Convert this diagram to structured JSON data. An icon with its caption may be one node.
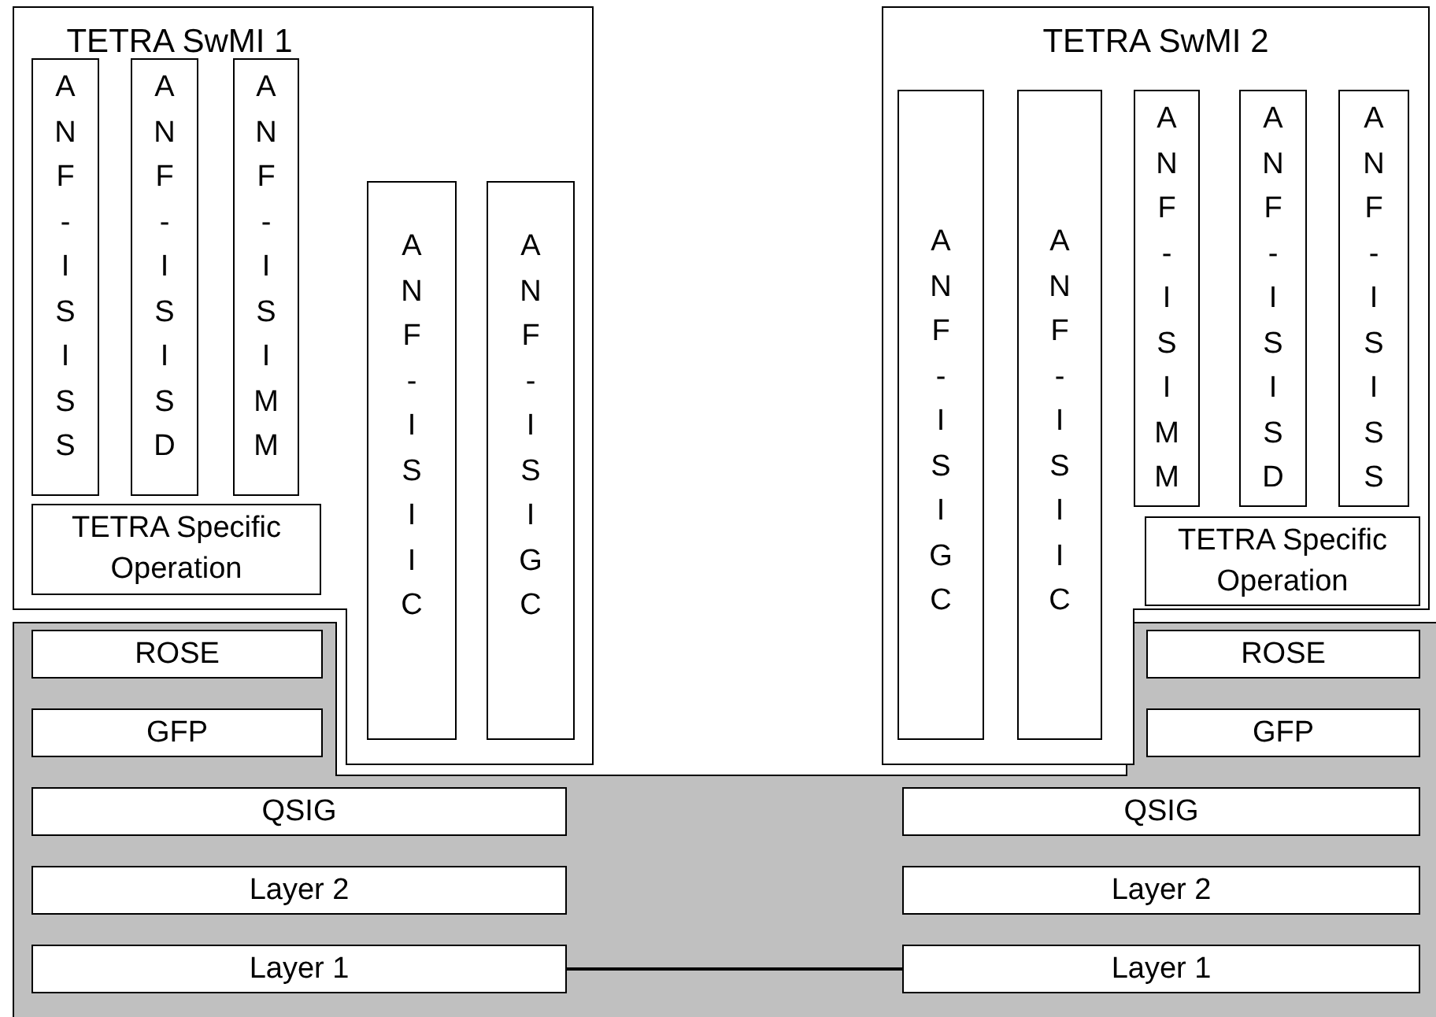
{
  "diagram": {
    "nodes": [
      {
        "text": [
          "TETRA SwMI 1"
        ]
      },
      {
        "text": [
          "ANF-ISISS"
        ],
        "in": 0
      },
      {
        "text": [
          "ANF-ISISD"
        ],
        "in": 0
      },
      {
        "text": [
          "ANF-ISIMM"
        ],
        "in": 0
      },
      {
        "text": [
          "TETRA Specific Operation"
        ],
        "in": 0
      },
      {
        "text": [
          "ANF-ISIIC"
        ],
        "in": 0
      },
      {
        "text": [
          "ANF-ISIGC"
        ],
        "in": 0
      },
      {
        "text": [
          "TETRA SwMI 2"
        ]
      },
      {
        "text": [
          "ANF-ISIGC"
        ],
        "in": 7
      },
      {
        "text": [
          "ANF-ISIIC"
        ],
        "in": 7
      },
      {
        "text": [
          "ANF-ISIMM"
        ],
        "in": 7
      },
      {
        "text": [
          "ANF-ISISD"
        ],
        "in": 7
      },
      {
        "text": [
          "ANF-ISISS"
        ],
        "in": 7
      },
      {
        "text": [
          "TETRA Specific Operation"
        ],
        "in": 7
      },
      {
        "text": [
          "ROSE"
        ]
      },
      {
        "text": [
          "ROSE"
        ]
      },
      {
        "text": [
          "GFP"
        ]
      },
      {
        "text": [
          "GFP"
        ]
      },
      {
        "text": [
          "QSIG"
        ]
      },
      {
        "text": [
          "QSIG"
        ]
      },
      {
        "text": [
          "Layer 2"
        ]
      },
      {
        "text": [
          "Layer 2"
        ]
      },
      {
        "text": [
          "Layer 1"
        ]
      },
      {
        "text": [
          "Layer 1"
        ]
      }
    ],
    "edges": [
      {
        "from": 22,
        "to": 23,
        "arrow": "none"
      }
    ]
  }
}
